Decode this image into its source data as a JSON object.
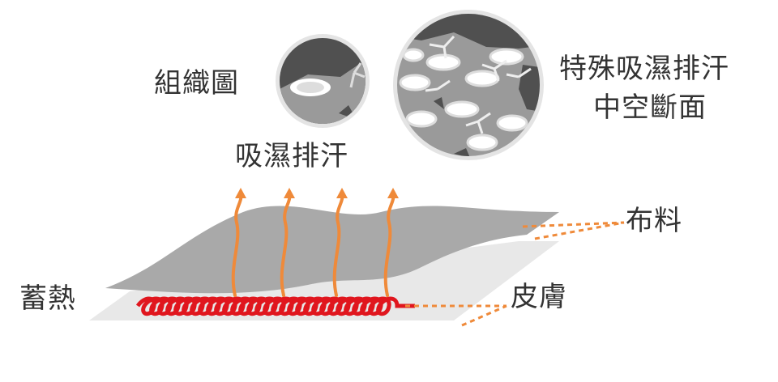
{
  "labels": {
    "structure": "組織圖",
    "wicking": "吸濕排汗",
    "special_line1": "特殊吸濕排汗",
    "special_line2": "中空斷面",
    "fabric": "布料",
    "heat": "蓄熱",
    "skin": "皮膚"
  },
  "colors": {
    "fabric": "#a9a9a9",
    "skin": "#e6e6e6",
    "heat_coil": "#e0161e",
    "moisture_arrows": "#ef8a3a",
    "circle_dark": "#505050",
    "circle_mid": "#9a9a9a"
  }
}
